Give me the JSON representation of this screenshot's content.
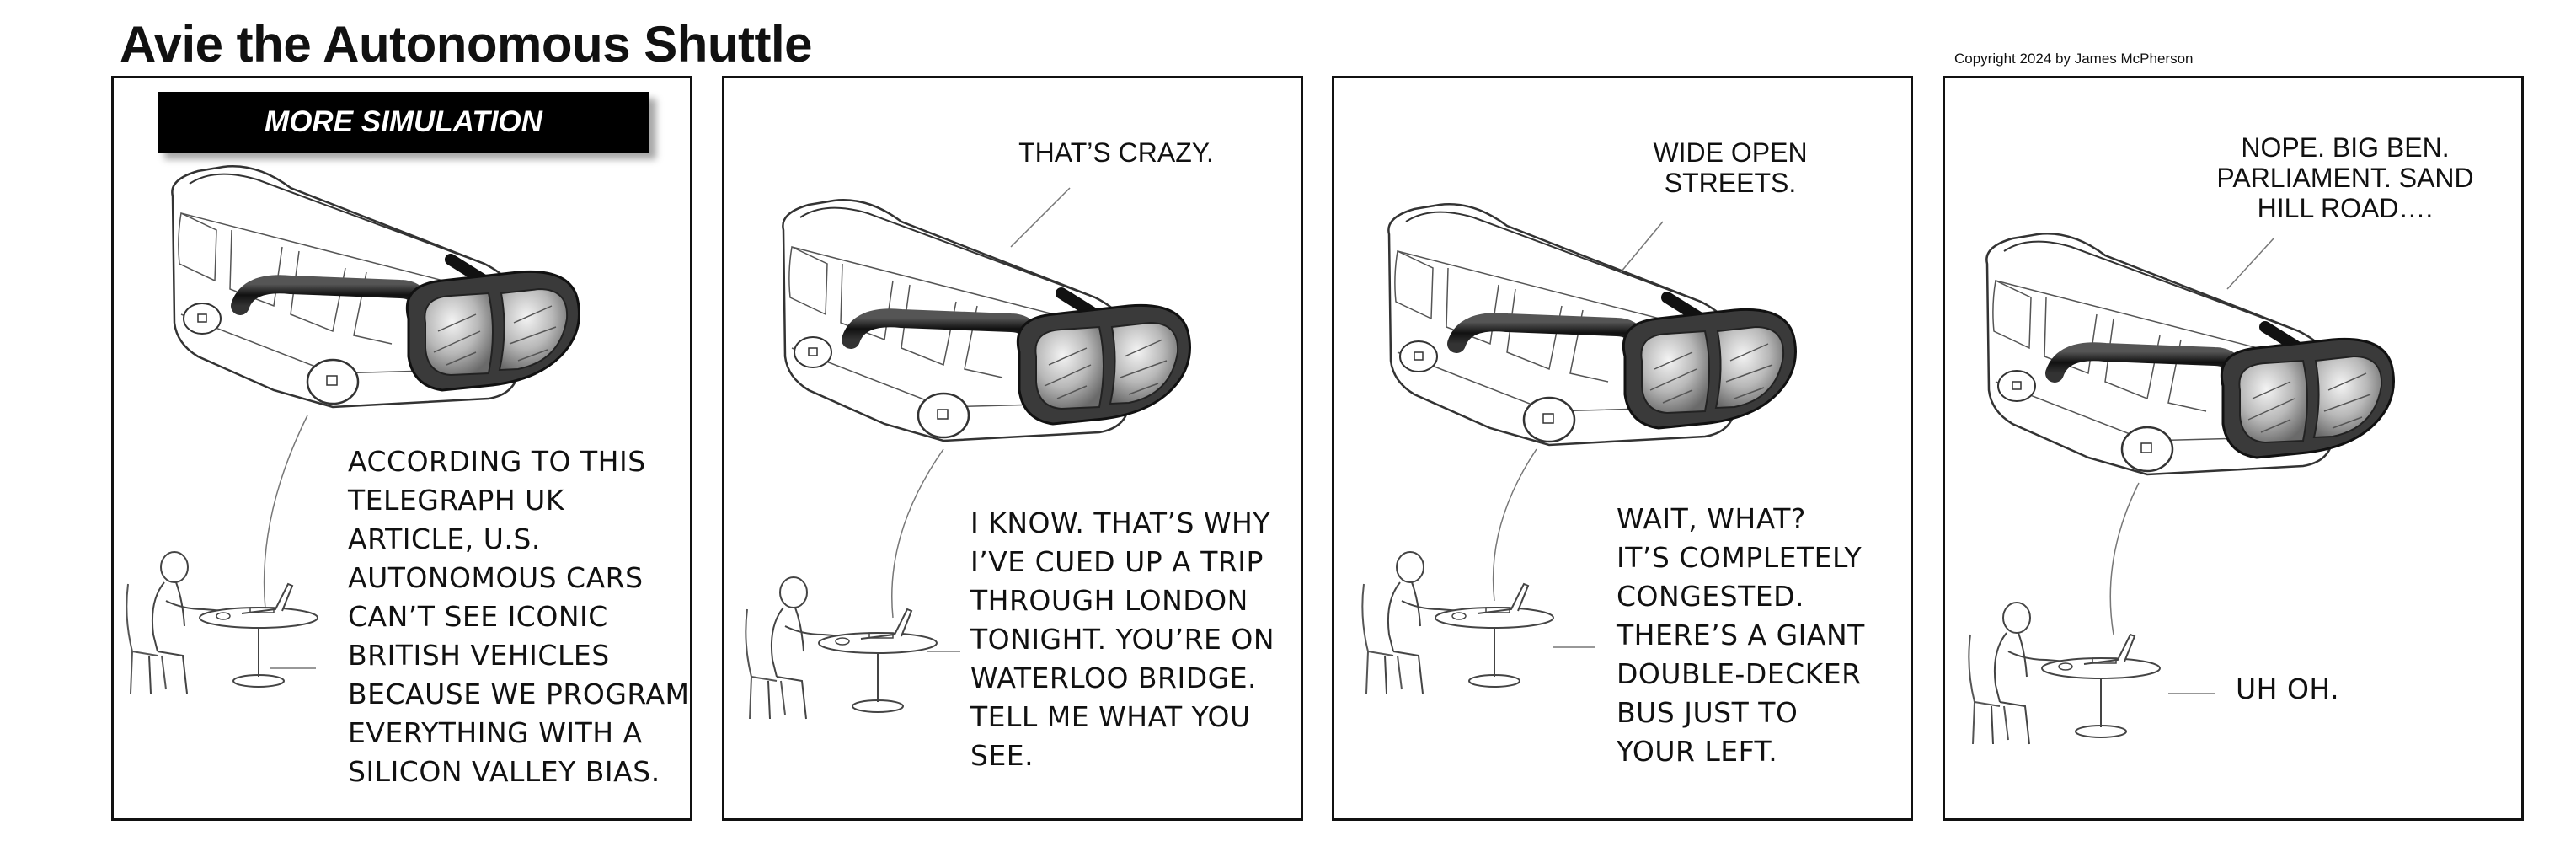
{
  "strip": {
    "title": "Avie the Autonomous Shuttle",
    "copyright": "Copyright 2024 by James McPherson"
  },
  "panels": [
    {
      "banner": "MORE SIMULATION",
      "caption": "ACCORDING TO THIS\nTELEGRAPH UK\nARTICLE, U.S.\nAUTONOMOUS CARS\nCAN’T SEE ICONIC\nBRITISH VEHICLES\nBECAUSE WE PROGRAM\nEVERYTHING WITH A\nSILICON VALLEY BIAS."
    },
    {
      "speech": "THAT’S CRAZY.",
      "caption": "I KNOW. THAT’S WHY\nI’VE CUED UP A TRIP\nTHROUGH LONDON\nTONIGHT. YOU’RE ON\nWATERLOO BRIDGE.\nTELL ME WHAT YOU\nSEE."
    },
    {
      "speech": "WIDE OPEN\nSTREETS.",
      "caption": "WAIT, WHAT?\nIT’S COMPLETELY\nCONGESTED.\nTHERE’S A GIANT\nDOUBLE-DECKER\nBUS JUST TO\nYOUR LEFT."
    },
    {
      "speech": "NOPE. BIG BEN.\nPARLIAMENT. SAND\nHILL ROAD….",
      "caption": "UH OH."
    }
  ]
}
